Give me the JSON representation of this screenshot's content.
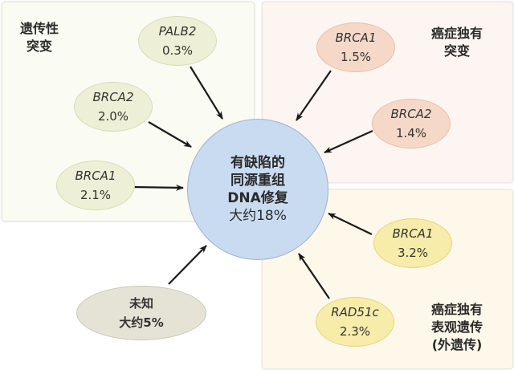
{
  "panels": {
    "hereditary": {
      "label_line1": "遗传性",
      "label_line2": "突变",
      "color": "#fafbf3"
    },
    "somatic": {
      "label_line1": "癌症独有",
      "label_line2": "突变",
      "color": "#fdf5f1"
    },
    "epigenetic": {
      "label_line1": "癌症独有",
      "label_line2": "表观遗传",
      "label_line3": "(外遗传)",
      "color": "#fdf8ea"
    }
  },
  "center": {
    "line1": "有缺陷的",
    "line2": "同源重组",
    "line3": "DNA修复",
    "line4": "大约18%",
    "color": "#c9dbf0"
  },
  "nodes": [
    {
      "id": "hereditary-palb2",
      "gene": "PALB2",
      "value": "0.3%",
      "category": "hereditary",
      "color": "#edf0d6"
    },
    {
      "id": "hereditary-brca2",
      "gene": "BRCA2",
      "value": "2.0%",
      "category": "hereditary",
      "color": "#edf0d6"
    },
    {
      "id": "hereditary-brca1",
      "gene": "BRCA1",
      "value": "2.1%",
      "category": "hereditary",
      "color": "#edf0d6"
    },
    {
      "id": "somatic-brca1",
      "gene": "BRCA1",
      "value": "1.5%",
      "category": "somatic",
      "color": "#f6d8c8"
    },
    {
      "id": "somatic-brca2",
      "gene": "BRCA2",
      "value": "1.4%",
      "category": "somatic",
      "color": "#f6d8c8"
    },
    {
      "id": "epigenetic-brca1",
      "gene": "BRCA1",
      "value": "3.2%",
      "category": "epigenetic",
      "color": "#f7ecaa"
    },
    {
      "id": "epigenetic-rad51c",
      "gene": "RAD51c",
      "value": "2.3%",
      "category": "epigenetic",
      "color": "#f7ecaa"
    },
    {
      "id": "unknown",
      "gene": "未知",
      "value": "大约5%",
      "category": "unknown",
      "color": "#e5e3d5"
    }
  ]
}
